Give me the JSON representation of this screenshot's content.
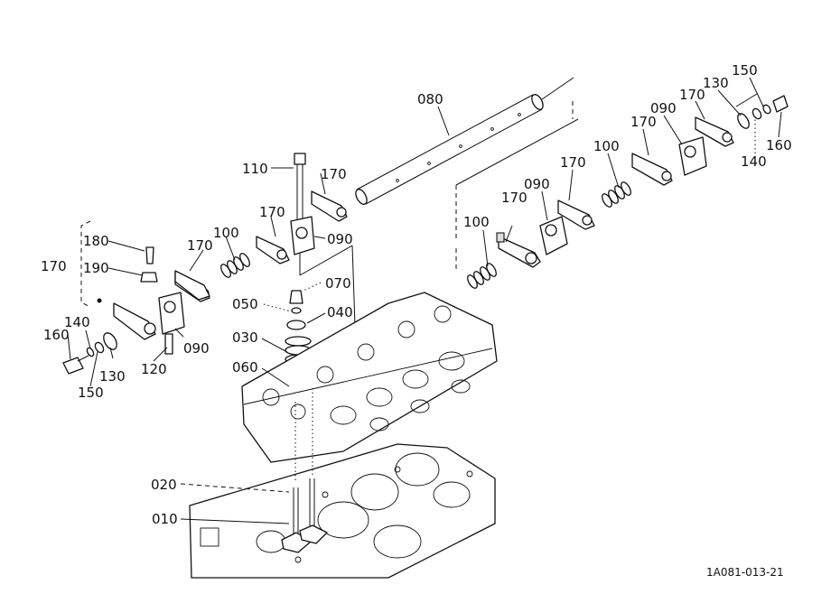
{
  "diagram": {
    "reference_code": "1A081-013-21",
    "part_labels": [
      {
        "id": "p080",
        "text": "080"
      },
      {
        "id": "p110",
        "text": "110"
      },
      {
        "id": "p170_a",
        "text": "170"
      },
      {
        "id": "p170_b",
        "text": "170"
      },
      {
        "id": "p090_a",
        "text": "090"
      },
      {
        "id": "p180",
        "text": "180"
      },
      {
        "id": "p170_c",
        "text": "170"
      },
      {
        "id": "p100_a",
        "text": "100"
      },
      {
        "id": "p170_left",
        "text": "170"
      },
      {
        "id": "p190",
        "text": "190"
      },
      {
        "id": "p070",
        "text": "070"
      },
      {
        "id": "p050",
        "text": "050"
      },
      {
        "id": "p040",
        "text": "040"
      },
      {
        "id": "p140_l",
        "text": "140"
      },
      {
        "id": "p160_l",
        "text": "160"
      },
      {
        "id": "p090_b",
        "text": "090"
      },
      {
        "id": "p030",
        "text": "030"
      },
      {
        "id": "p130_l",
        "text": "130"
      },
      {
        "id": "p120",
        "text": "120"
      },
      {
        "id": "p060",
        "text": "060"
      },
      {
        "id": "p150_l",
        "text": "150"
      },
      {
        "id": "p020",
        "text": "020"
      },
      {
        "id": "p010",
        "text": "010"
      },
      {
        "id": "p150_r",
        "text": "150"
      },
      {
        "id": "p130_r",
        "text": "130"
      },
      {
        "id": "p170_r1",
        "text": "170"
      },
      {
        "id": "p090_r1",
        "text": "090"
      },
      {
        "id": "p170_r2",
        "text": "170"
      },
      {
        "id": "p160_r",
        "text": "160"
      },
      {
        "id": "p140_r",
        "text": "140"
      },
      {
        "id": "p100_r1",
        "text": "100"
      },
      {
        "id": "p170_r3",
        "text": "170"
      },
      {
        "id": "p090_r2",
        "text": "090"
      },
      {
        "id": "p170_r4",
        "text": "170"
      },
      {
        "id": "p100_r2",
        "text": "100"
      }
    ]
  }
}
